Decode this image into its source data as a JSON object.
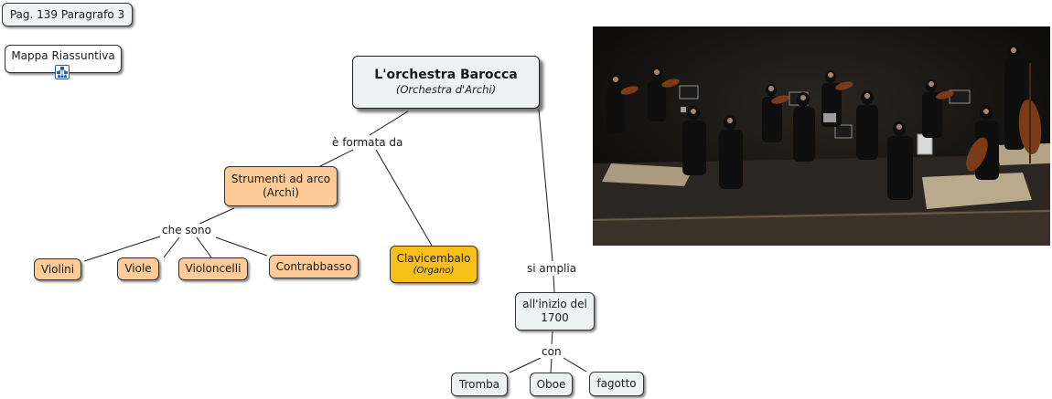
{
  "nodes": {
    "page_ref": "Pag. 139 Paragrafo 3",
    "summary_map": "Mappa Riassuntiva",
    "main_title": "L'orchestra Barocca",
    "main_subtitle": "(Orchestra d'Archi)",
    "strings": "Strumenti ad arco (Archi)",
    "violins": "Violini",
    "violas": "Viole",
    "cellos": "Violoncelli",
    "double_bass": "Contrabbasso",
    "harpsichord": "Clavicembalo",
    "harpsichord_sub": "(Organo)",
    "early_1700": "all'inizio del 1700",
    "trumpet": "Tromba",
    "oboe": "Oboe",
    "bassoon": "fagotto"
  },
  "phrases": {
    "formed_by": "è formata da",
    "which_are": "che sono",
    "expands": "si amplia",
    "with": "con"
  },
  "icons": {
    "summary_map": "concept-map-icon"
  },
  "colors": {
    "grey_node": "#eef2f3",
    "orange_node": "#fccb97",
    "gold_node": "#f6bf1a",
    "link": "#1a1a1a"
  }
}
